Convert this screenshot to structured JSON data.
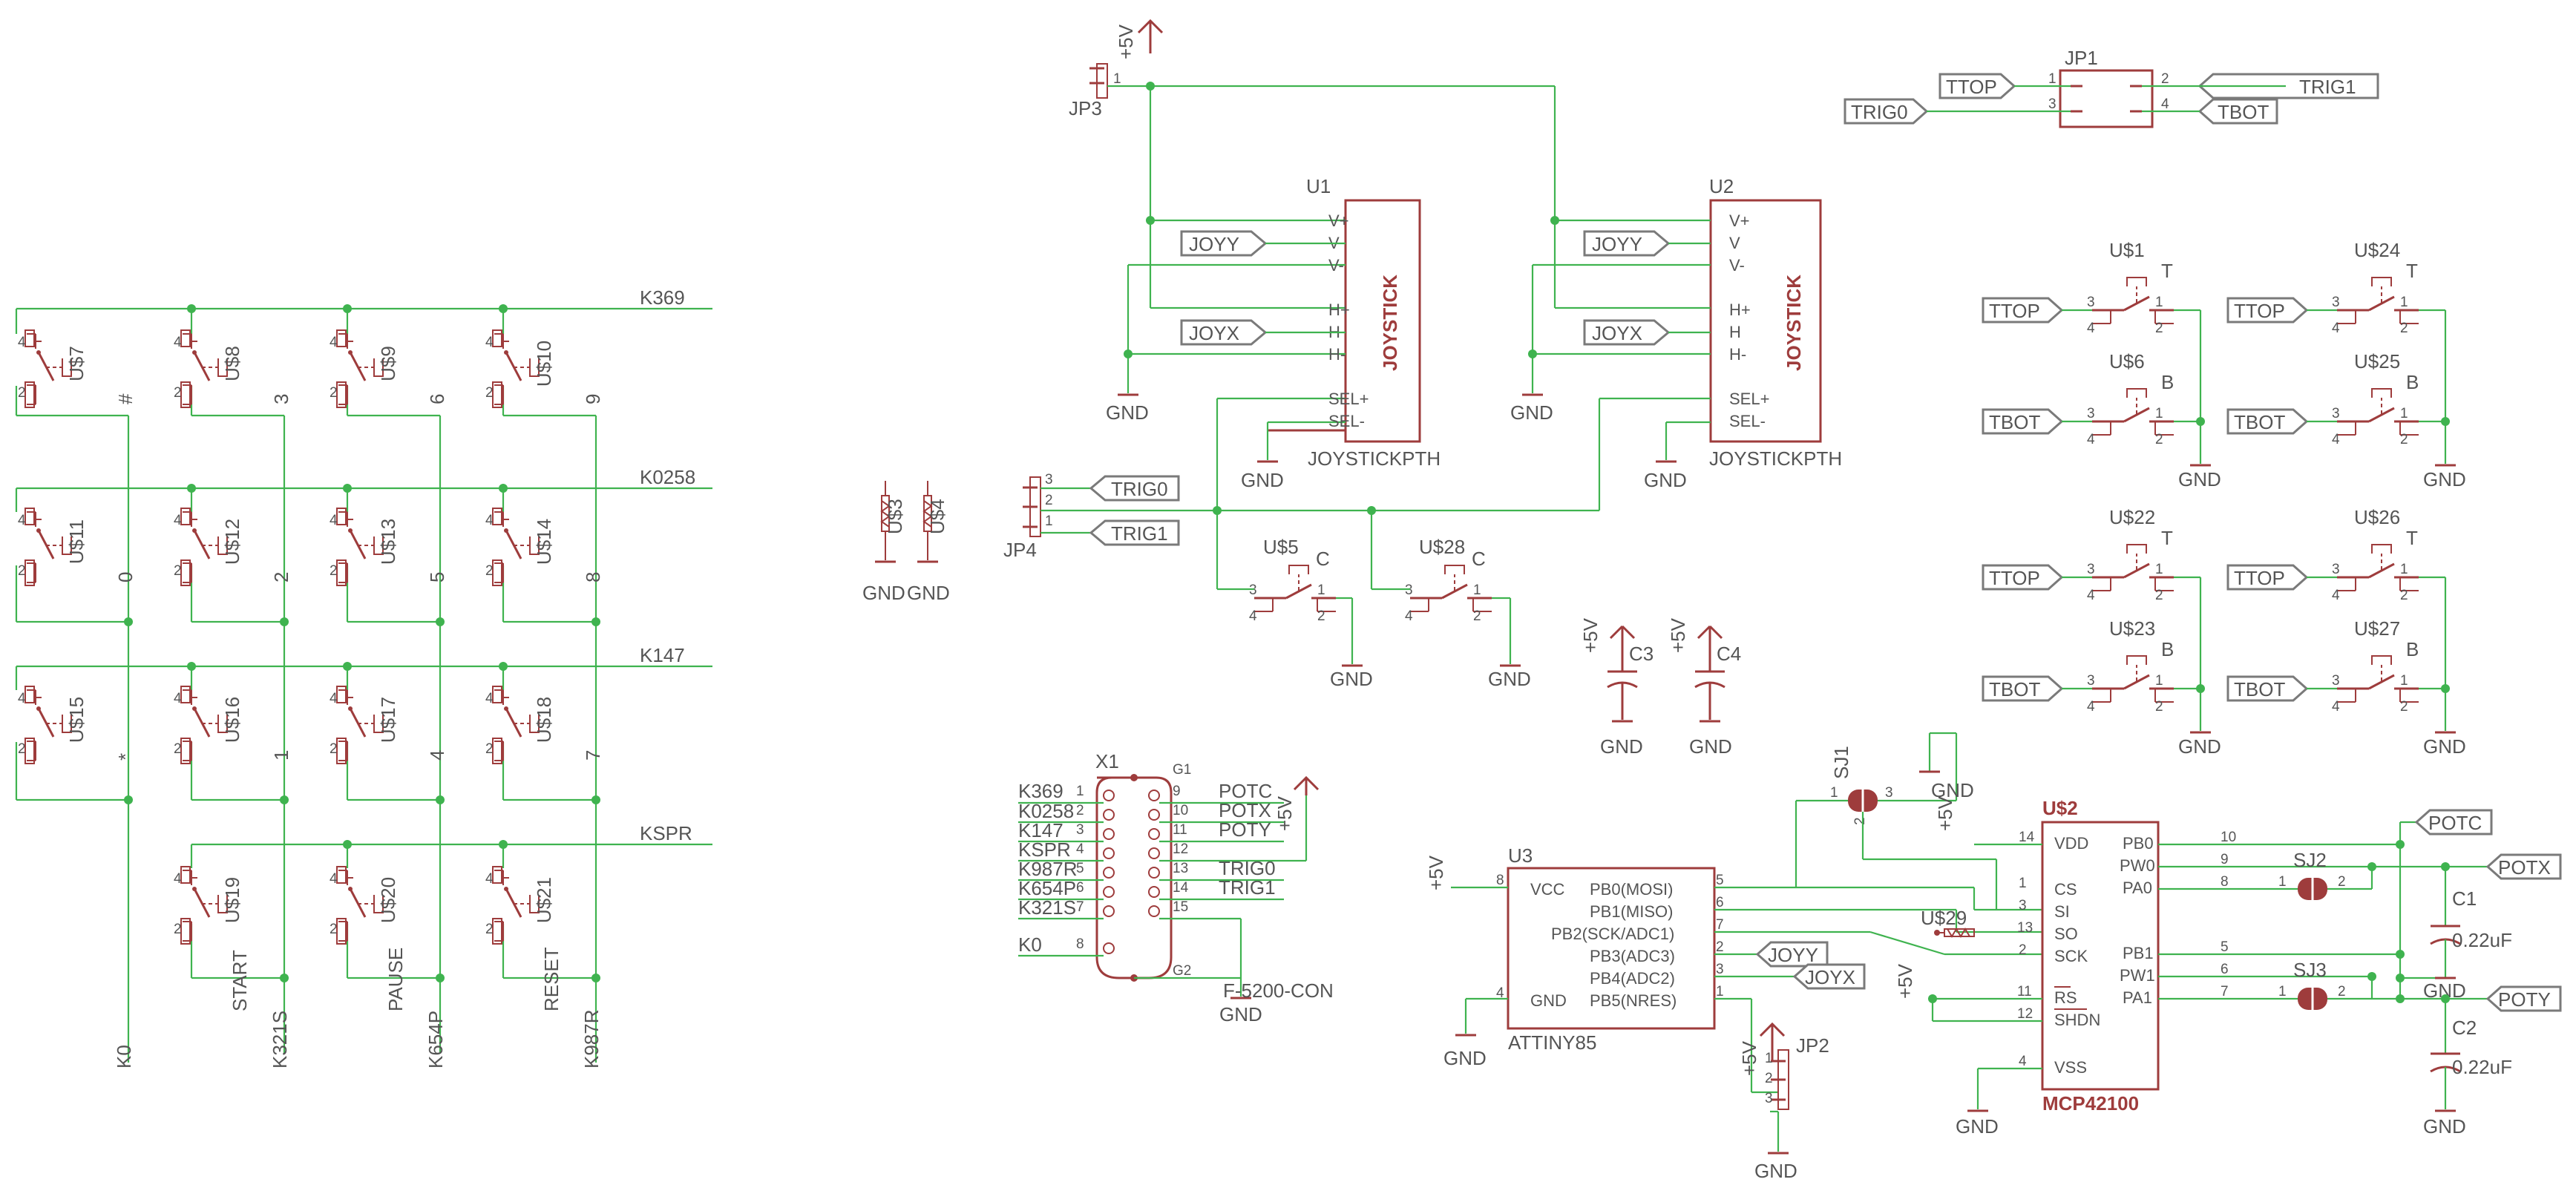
{
  "rails": {
    "vcc": "+5V",
    "gnd": "GND"
  },
  "keypad": {
    "rows": [
      "K369",
      "K0258",
      "K147",
      "KSPR"
    ],
    "cols": [
      "K0",
      "K321S",
      "K654P",
      "K987R"
    ],
    "keys": [
      {
        "id": "U$7",
        "label": "#"
      },
      {
        "id": "U$8",
        "label": "3"
      },
      {
        "id": "U$9",
        "label": "6"
      },
      {
        "id": "U$10",
        "label": "9"
      },
      {
        "id": "U$11",
        "label": "0"
      },
      {
        "id": "U$12",
        "label": "2"
      },
      {
        "id": "U$13",
        "label": "5"
      },
      {
        "id": "U$14",
        "label": "8"
      },
      {
        "id": "U$15",
        "label": "*"
      },
      {
        "id": "U$16",
        "label": "1"
      },
      {
        "id": "U$17",
        "label": "4"
      },
      {
        "id": "U$18",
        "label": "7"
      },
      {
        "id": "U$19",
        "label": "START"
      },
      {
        "id": "U$20",
        "label": "PAUSE"
      },
      {
        "id": "U$21",
        "label": "RESET"
      }
    ],
    "pins": [
      "1",
      "2",
      "3",
      "4"
    ]
  },
  "jp3": {
    "ref": "JP3",
    "pin": "1"
  },
  "joysticks": [
    {
      "ref": "U1",
      "value": "JOYSTICKPTH",
      "body": "JOYSTICK"
    },
    {
      "ref": "U2",
      "value": "JOYSTICKPTH",
      "body": "JOYSTICK"
    }
  ],
  "joystick_pins": [
    "V+",
    "V",
    "V-",
    "H+",
    "H",
    "H-",
    "SEL+",
    "SEL-"
  ],
  "nets": {
    "joyy": "JOYY",
    "joyx": "JOYX",
    "trig0": "TRIG0",
    "trig1": "TRIG1",
    "ttop": "TTOP",
    "tbot": "TBOT",
    "potc": "POTC",
    "potx": "POTX",
    "poty": "POTY"
  },
  "jp4": {
    "ref": "JP4",
    "pins": [
      "3",
      "2",
      "1"
    ]
  },
  "standoffs": [
    "U$3",
    "U$4"
  ],
  "c_switches": [
    {
      "id": "U$5",
      "label": "C"
    },
    {
      "id": "U$28",
      "label": "C"
    }
  ],
  "caps_top": [
    {
      "ref": "C3"
    },
    {
      "ref": "C4"
    }
  ],
  "jp1": {
    "ref": "JP1",
    "pins": [
      "1",
      "2",
      "3",
      "4"
    ]
  },
  "trig_switches": [
    {
      "id": "U$1",
      "label": "T"
    },
    {
      "id": "U$24",
      "label": "T"
    },
    {
      "id": "U$6",
      "label": "B"
    },
    {
      "id": "U$25",
      "label": "B"
    },
    {
      "id": "U$22",
      "label": "T"
    },
    {
      "id": "U$26",
      "label": "T"
    },
    {
      "id": "U$23",
      "label": "B"
    },
    {
      "id": "U$27",
      "label": "B"
    }
  ],
  "connector": {
    "ref": "X1",
    "value": "F-5200-CON",
    "g1": "G1",
    "g2": "G2",
    "left_labels": [
      "K369",
      "K0258",
      "K147",
      "KSPR",
      "K987R",
      "K654P",
      "K321S",
      "K0"
    ],
    "left_pins": [
      "1",
      "2",
      "3",
      "4",
      "5",
      "6",
      "7",
      "8"
    ],
    "right_pins": [
      "9",
      "10",
      "11",
      "12",
      "13",
      "14",
      "15"
    ],
    "right_labels": [
      "POTC",
      "POTX",
      "POTY",
      "",
      "TRIG0",
      "TRIG1",
      ""
    ]
  },
  "attiny": {
    "ref": "U3",
    "value": "ATTINY85",
    "vcc": "VCC",
    "gnd": "GND",
    "vcc_pin": "8",
    "gnd_pin": "4",
    "pins": [
      "PB0(MOSI)",
      "PB1(MISO)",
      "PB2(SCK/ADC1)",
      "PB3(ADC3)",
      "PB4(ADC2)",
      "PB5(NRES)"
    ],
    "pin_nums": [
      "5",
      "6",
      "7",
      "2",
      "3",
      "1"
    ]
  },
  "sj1": {
    "ref": "SJ1",
    "p1": "1",
    "p2": "2",
    "p3": "3"
  },
  "u29": {
    "ref": "U$29"
  },
  "jp2": {
    "ref": "JP2",
    "pins": [
      "1",
      "2",
      "3"
    ]
  },
  "mcp": {
    "ref": "U$2",
    "value": "MCP42100",
    "left_pins": [
      "VDD",
      "CS",
      "SI",
      "SO",
      "SCK",
      "RS",
      "SHDN",
      "VSS"
    ],
    "left_nums": [
      "14",
      "1",
      "3",
      "13",
      "2",
      "11",
      "12",
      "4"
    ],
    "right_pins": [
      "PB0",
      "PW0",
      "PA0",
      "PB1",
      "PW1",
      "PA1"
    ],
    "right_nums": [
      "10",
      "9",
      "8",
      "5",
      "6",
      "7"
    ]
  },
  "sj2": {
    "ref": "SJ2",
    "p1": "1",
    "p2": "2"
  },
  "sj3": {
    "ref": "SJ3",
    "p1": "1",
    "p2": "2"
  },
  "caps_right": [
    {
      "ref": "C1",
      "value": "0.22uF"
    },
    {
      "ref": "C2",
      "value": "0.22uF"
    }
  ]
}
